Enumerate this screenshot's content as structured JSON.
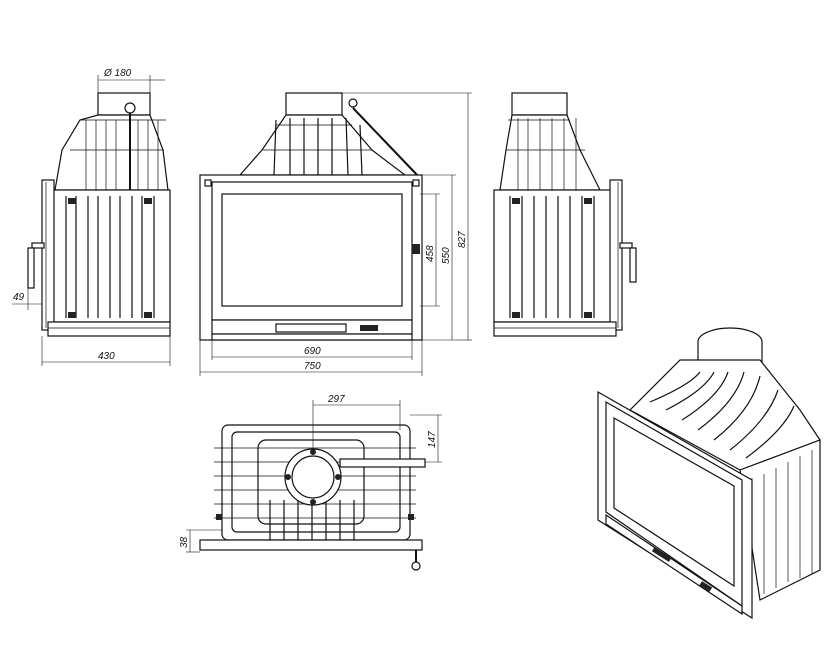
{
  "dimensions": {
    "flue_diameter": "Ø 180",
    "side_depth": "430",
    "side_offset": "49",
    "front_inner_width": "690",
    "front_outer_width": "750",
    "front_glass_height": "458",
    "front_frame_height": "550",
    "front_total_height": "827",
    "top_flue_offset_x": "297",
    "top_flue_offset_y": "147",
    "top_frame_depth": "38"
  }
}
